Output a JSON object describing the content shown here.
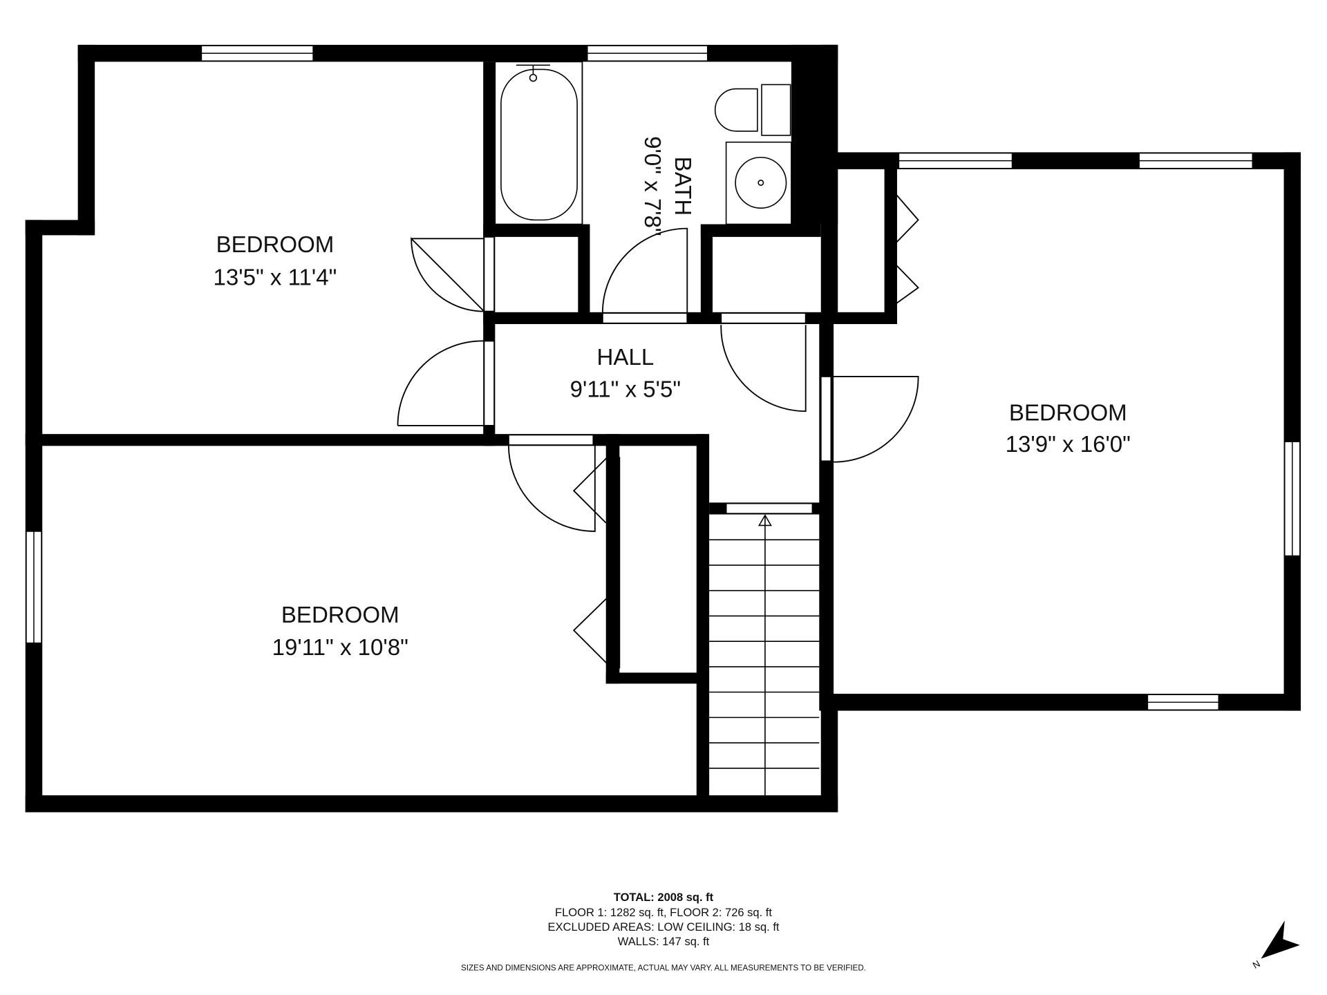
{
  "rooms": [
    {
      "name": "BEDROOM",
      "size": "13'5\" x 11'4\""
    },
    {
      "name": "BATH",
      "size": "9'0\" x 7'8\""
    },
    {
      "name": "HALL",
      "size": "9'11\" x 5'5\""
    },
    {
      "name": "BEDROOM",
      "size": "13'9\" x 16'0\""
    },
    {
      "name": "BEDROOM",
      "size": "19'11\" x 10'8\""
    }
  ],
  "summary": {
    "total": "TOTAL: 2008 sq. ft",
    "floors": "FLOOR 1: 1282 sq. ft, FLOOR 2: 726 sq. ft",
    "excluded": "EXCLUDED AREAS: LOW CEILING: 18 sq. ft",
    "walls": "WALLS: 147 sq. ft",
    "disclaimer": "SIZES AND DIMENSIONS ARE APPROXIMATE, ACTUAL MAY VARY. ALL MEASUREMENTS TO BE VERIFIED."
  },
  "compass": {
    "label": "N",
    "icon": "north-arrow-icon"
  },
  "colors": {
    "wall": "#000000",
    "background": "#ffffff"
  }
}
